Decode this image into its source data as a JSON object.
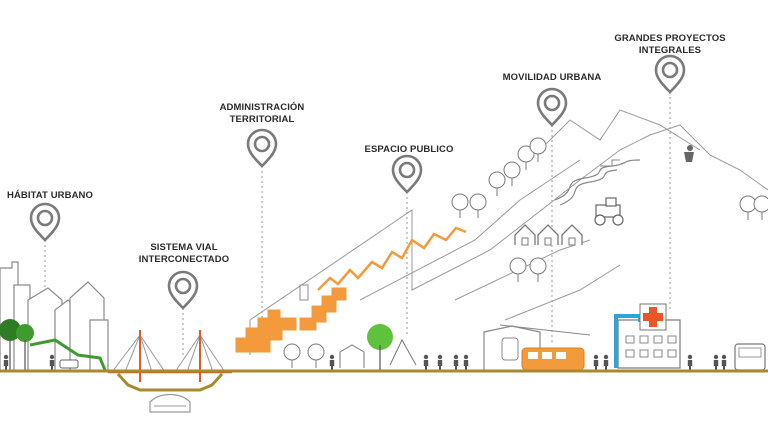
{
  "labels": {
    "habitat": [
      "HÁBITAT URBANO"
    ],
    "sistema_vial": [
      "SISTEMA VIAL",
      "INTERCONECTADO"
    ],
    "administracion": [
      "ADMINISTRACIÓN",
      "TERRITORIAL"
    ],
    "espacio_publico": [
      "ESPACIO PUBLICO"
    ],
    "movilidad": [
      "MOVILIDAD URBANA"
    ],
    "grandes_proyectos": [
      "GRANDES PROYECTOS",
      "INTEGRALES"
    ]
  },
  "icons": {
    "marker": "map-pin-icon",
    "hospital_cross": "medical-cross-icon",
    "tractor": "tractor-icon",
    "bus": "bus-icon",
    "cable_car": "cable-car-icon"
  },
  "colors": {
    "ground": "#a8892c",
    "line": "#8a8a8a",
    "orange": "#f29a3c",
    "green": "#3f9b2e",
    "bridge_red": "#e05a2a",
    "hospital_blue": "#2aa6d8",
    "pin": "#7a7a7a"
  }
}
